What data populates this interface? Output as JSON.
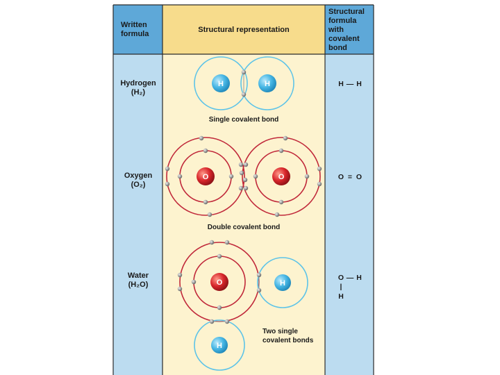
{
  "headers": {
    "col1": [
      "Written",
      "formula"
    ],
    "col2": "Structural representation",
    "col3": [
      "Structural",
      "formula",
      "with",
      "covalent",
      "bond"
    ]
  },
  "rows": [
    {
      "name": "Hydrogen",
      "formula": "(H₂)",
      "caption": "Single covalent bond",
      "atoms": [
        "H",
        "H"
      ],
      "structural": {
        "a": "H",
        "bond": "—",
        "b": "H"
      }
    },
    {
      "name": "Oxygen",
      "formula": "(O₂)",
      "caption": "Double covalent bond",
      "atoms": [
        "O",
        "O"
      ],
      "structural": {
        "a": "O",
        "bond": "=",
        "b": "O"
      }
    },
    {
      "name": "Water",
      "formula": "(H₂O)",
      "caption": [
        "Two single",
        "covalent bonds"
      ],
      "atoms": [
        "O",
        "H",
        "H"
      ],
      "structural": {
        "a": "O",
        "bond": "—",
        "b": "H",
        "vbond": "|",
        "c": "H"
      }
    }
  ],
  "colors": {
    "header_bg_side": "#5ea8d8",
    "header_bg_mid": "#f7dc8c",
    "side_bg": "#bcdcf0",
    "mid_bg": "#fdf3cf",
    "hydrogen_shell": "#5cc3e8",
    "oxygen_shell": "#c0283a",
    "hydrogen_nucleus": "#4ab9e6",
    "oxygen_nucleus": "#d8262b",
    "electron": "#9a9a9a"
  },
  "atom_glyphs": {
    "electron": "grey-dot",
    "nucleus": "shaded-sphere"
  }
}
